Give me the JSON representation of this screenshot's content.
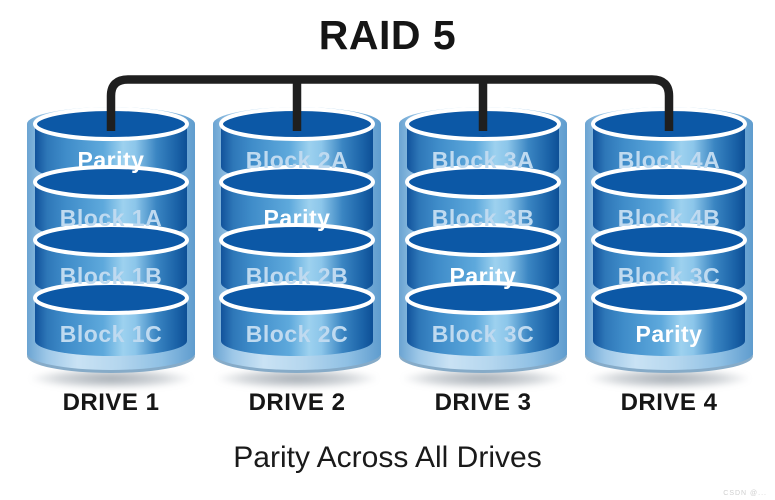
{
  "title": "RAID 5",
  "caption": "Parity Across All Drives",
  "watermark": "CSDN @...",
  "drives": [
    {
      "label": "DRIVE 1",
      "segments": [
        {
          "label": "Parity",
          "text_color": "#ffffff"
        },
        {
          "label": "Block 1A",
          "text_color": "#bfdaf0"
        },
        {
          "label": "Block 1B",
          "text_color": "#bfdaf0"
        },
        {
          "label": "Block 1C",
          "text_color": "#bfdaf0"
        }
      ]
    },
    {
      "label": "DRIVE 2",
      "segments": [
        {
          "label": "Block 2A",
          "text_color": "#bfdaf0"
        },
        {
          "label": "Parity",
          "text_color": "#ffffff"
        },
        {
          "label": "Block 2B",
          "text_color": "#bfdaf0"
        },
        {
          "label": "Block 2C",
          "text_color": "#bfdaf0"
        }
      ]
    },
    {
      "label": "DRIVE 3",
      "segments": [
        {
          "label": "Block 3A",
          "text_color": "#bfdaf0"
        },
        {
          "label": "Block 3B",
          "text_color": "#bfdaf0"
        },
        {
          "label": "Parity",
          "text_color": "#ffffff"
        },
        {
          "label": "Block 3C",
          "text_color": "#bfdaf0"
        }
      ]
    },
    {
      "label": "DRIVE 4",
      "segments": [
        {
          "label": "Block 4A",
          "text_color": "#bfdaf0"
        },
        {
          "label": "Block 4B",
          "text_color": "#bfdaf0"
        },
        {
          "label": "Block 3C",
          "text_color": "#bfdaf0"
        },
        {
          "label": "Parity",
          "text_color": "#ffffff"
        }
      ]
    }
  ],
  "colors": {
    "background": "#ffffff",
    "title_text": "#151515",
    "cylinder_outer_light": "#aacfe9",
    "segment_body_dark": "#11529b",
    "segment_body_mid": "#4f9dd4",
    "segment_body_highlight": "#9dd1ef",
    "platter_top": "#0c58a6",
    "platter_ring_stroke": "#ffffff",
    "block_text": "#bfdaf0",
    "parity_text": "#ffffff",
    "connector_line": "#1f1f1f",
    "caption_text": "#1a1a1a"
  }
}
